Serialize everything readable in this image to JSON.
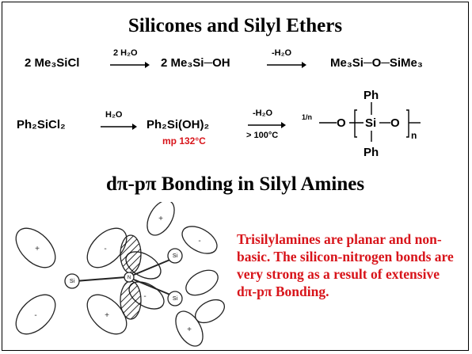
{
  "title": "Silicones and Silyl Ethers",
  "reaction1": {
    "reactant": "2 Me₃SiCl",
    "step1_label": "2 H₂O",
    "intermediate": "2 Me₃Si─OH",
    "step2_label": "-H₂O",
    "product": "Me₃Si─O─SiMe₃"
  },
  "reaction2": {
    "reactant": "Ph₂SiCl₂",
    "step1_label": "H₂O",
    "intermediate": "Ph₂Si(OH)₂",
    "mp_note": "mp 132°C",
    "step2_label_top": "-H₂O",
    "step2_label_bottom": "> 100°C",
    "polymer_prefix": "1/n",
    "polymer_o_left": "O",
    "polymer_si": "Si",
    "polymer_o_right": "O",
    "polymer_ph_top": "Ph",
    "polymer_ph_bottom": "Ph",
    "polymer_subscript": "n"
  },
  "section_title": "dπ-pπ Bonding in Silyl Amines",
  "diagram": {
    "si_label": "Si",
    "n_label": "N",
    "plus": "+",
    "minus": "-"
  },
  "description": "Trisilylamines are planar and non-basic.  The silicon-nitrogen bonds are very strong as a result of extensive dπ-pπ Bonding.",
  "colors": {
    "accent_red": "#d8141a"
  }
}
